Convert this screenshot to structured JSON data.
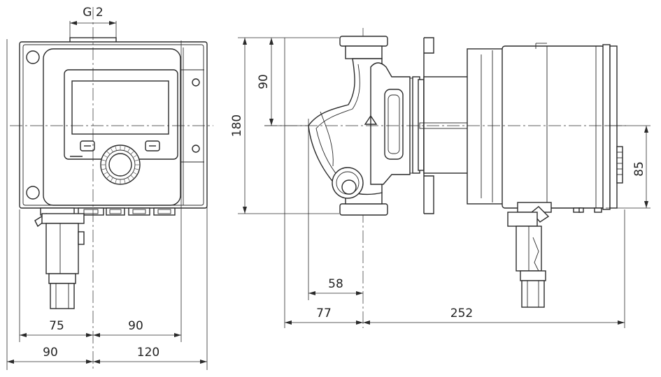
{
  "front_view": {
    "thread_label": "G 2",
    "dim_left_inner": "75",
    "dim_right_inner": "90",
    "dim_left_outer": "90",
    "dim_right_outer": "120"
  },
  "side_view": {
    "dim_height_total": "180",
    "dim_height_upper": "90",
    "dim_module_height": "85",
    "dim_offset_58": "58",
    "dim_offset_77": "77",
    "dim_length_252": "252"
  }
}
